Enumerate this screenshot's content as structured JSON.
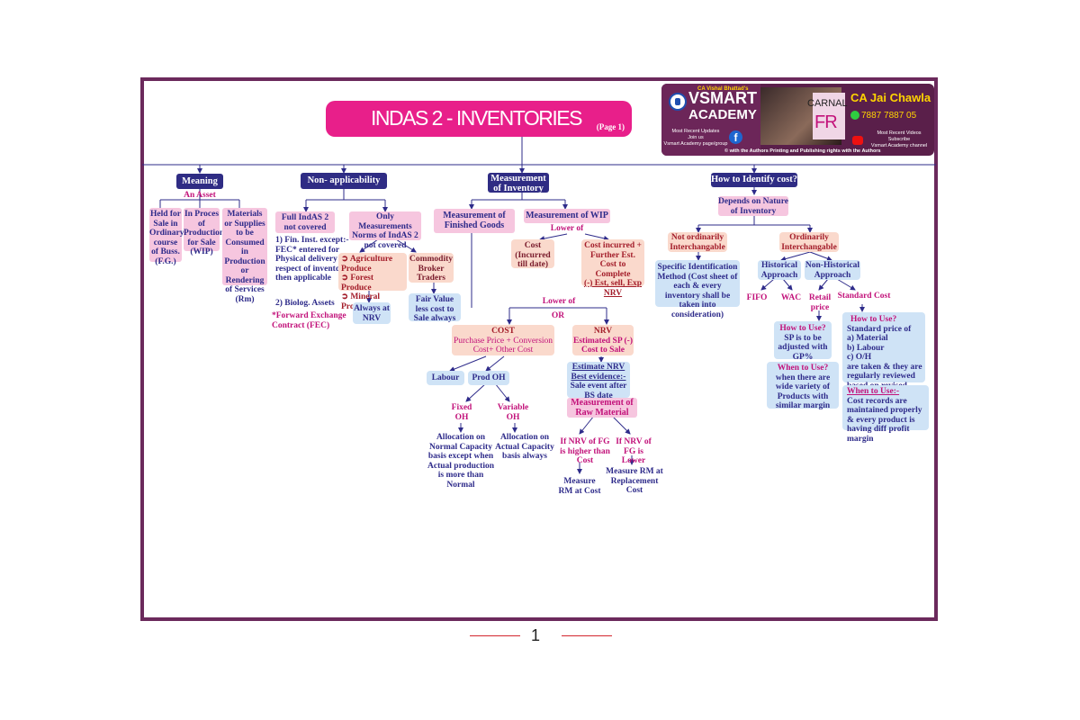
{
  "title": {
    "main": "INDAS 2 - INVENTORIES",
    "sub": "(Page 1)"
  },
  "banner": {
    "owner": "CA Vishal Bhattad's",
    "brand_top": "VSMART",
    "brand_bottom": "ACADEMY",
    "updates": "Most Recent Updates",
    "join": "Join us",
    "group": "Vsmart Academy page/group",
    "carnal": "CARNAL",
    "fr": "FR",
    "name": "CA Jai Chawla",
    "phone": "7887 7887 05",
    "videos": "Most Recent Videos",
    "subscribe": "Subscribe",
    "channel": "Vsmart Academy channel",
    "copyright": "© with the Authors Printing and Publishing rights with the Authors"
  },
  "meaning": {
    "header": "Meaning",
    "an_asset": "An Asset",
    "items": [
      "Held for Sale in Ordinary course of Buss. (F.G.)",
      "In Proces of Production for Sale (WIP)",
      "Materials or Supplies to be Consumed in Production or Rendering of Services (Rm)"
    ]
  },
  "non_applicability": {
    "header": "Non- applicability",
    "full": "Full IndAS 2 not covered",
    "fin": "1) Fin. Inst. except:- FEC* entered for Physical delivery in respect of inventory then applicable",
    "biolog": "2) Biolog. Assets",
    "fec": "*Forward Exchange Contract (FEC)",
    "only": "Only Measurements Norms of IndAS 2 not covered",
    "produce": [
      "Agriculture Produce",
      "Forest Produce",
      "Mineral Produce"
    ],
    "always_nrv": "Always at NRV",
    "commodity": "Commodity Broker Traders",
    "fair_value": "Fair Value less cost to Sale always"
  },
  "measurement": {
    "header": "Measurement of Inventory",
    "finished": "Measurement of Finished Goods",
    "wip": "Measurement of WIP",
    "wip_lower": "Lower of",
    "wip_cost": "Cost (Incurred till date)",
    "wip_nrv_line1": "Cost incurred + Further Est. Cost to Complete",
    "wip_nrv_line2": "(-) Est, sell, Exp NRV",
    "lower_of": "Lower of",
    "or": "OR",
    "cost_title": "COST",
    "cost_desc": "Purchase Price + Conversion Cost+ Other Cost",
    "labour": "Labour",
    "prod_oh": "Prod OH",
    "fixed_oh": "Fixed OH",
    "variable_oh": "Variable OH",
    "fixed_desc": "Allocation on Normal Capacity basis except when Actual production is more than Normal",
    "variable_desc": "Allocation on Actual Capacity basis always",
    "nrv_title": "NRV",
    "nrv_desc": "Estimated SP (-) Cost to Sale",
    "estimate_nrv": "Estimate NRV",
    "best_evidence": "Best evidence:-",
    "sale_event": "Sale event after BS date",
    "raw_material": "Measurement of Raw Material",
    "nrv_higher": "If NRV of FG is higher than Cost",
    "nrv_lower": "If NRV of FG is Lower",
    "measure_cost": "Measure RM at Cost",
    "measure_replace": "Measure RM at Replacement Cost"
  },
  "identify_cost": {
    "header": "How to Identify cost?",
    "depends": "Depends on Nature of Inventory",
    "not_ordinarily": "Not ordinarily Interchangable",
    "specific": "Specific Identification Method (Cost sheet of each & every inventory shall be taken into consideration)",
    "ordinarily": "Ordinarily Interchangable",
    "historical": "Historical Approach",
    "non_historical": "Non-Historical Approach",
    "fifo": "FIFO",
    "wac": "WAC",
    "retail": "Retail price",
    "standard": "Standard Cost",
    "retail_how_q": "How to Use?",
    "retail_how_a": "SP is to be adjusted with GP%",
    "retail_when_q": "When to Use?",
    "retail_when_a": "when there are wide variety of Products with similar margin",
    "std_how_q": "How to Use?",
    "std_how_lines": [
      "Standard price of",
      "a) Material",
      "b) Labour",
      "c) O/H",
      "are taken & they are regularly reviewed based on revised prices"
    ],
    "std_when_q": "When to Use:-",
    "std_when_a": "Cost records are maintained properly & every product is having diff profit margin"
  },
  "page_number": "1"
}
